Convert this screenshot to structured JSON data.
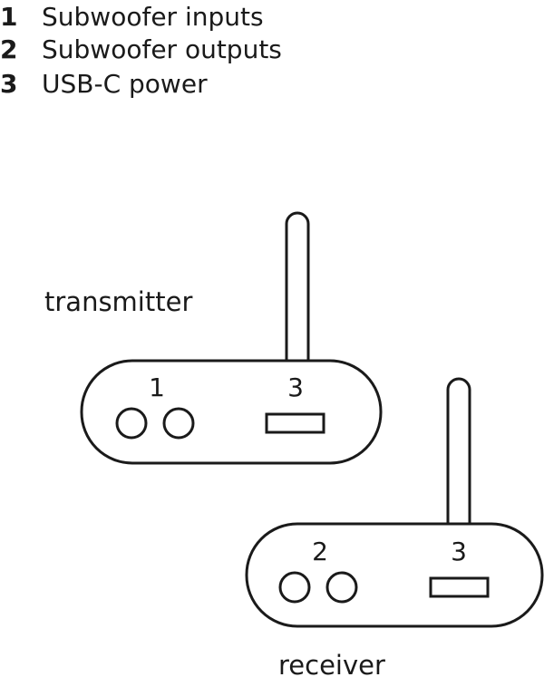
{
  "legend": {
    "items": [
      {
        "number": "1",
        "label": "Subwoofer inputs"
      },
      {
        "number": "2",
        "label": "Subwoofer outputs"
      },
      {
        "number": "3",
        "label": "USB-C power"
      }
    ]
  },
  "diagram": {
    "transmitter": {
      "label": "transmitter",
      "port_input": "1",
      "port_power": "3"
    },
    "receiver": {
      "label": "receiver",
      "port_output": "2",
      "port_power": "3"
    }
  },
  "colors": {
    "line": "#1a1a1a",
    "background": "#ffffff"
  }
}
